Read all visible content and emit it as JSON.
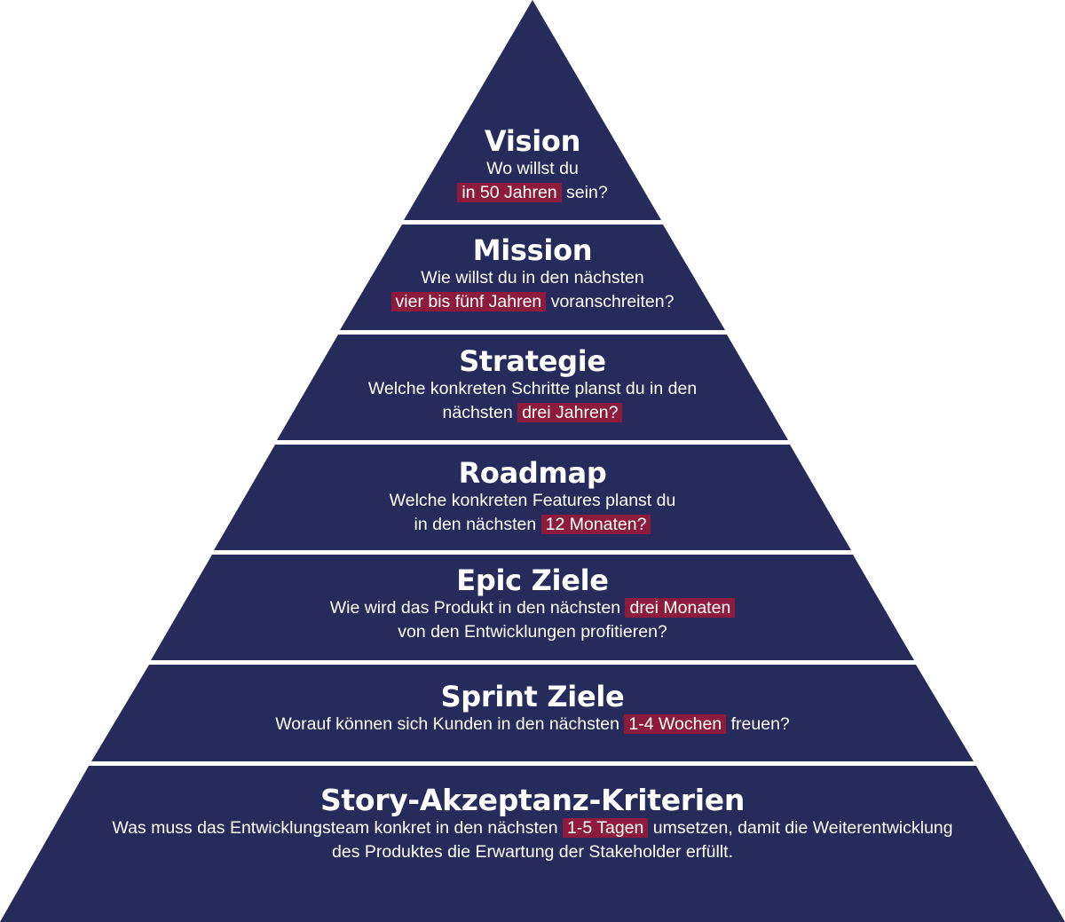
{
  "colors": {
    "layer_fill": "#262b5c",
    "highlight": "#8d1b3d",
    "text": "#ffffff",
    "background": "#ffffff"
  },
  "layers": [
    {
      "title": "Vision",
      "line1_pre": "Wo willst du",
      "line2_pre": "",
      "line2_hl": "in 50 Jahren",
      "line2_post": " sein?"
    },
    {
      "title": "Mission",
      "line1_pre": "Wie willst du in den nächsten",
      "line2_pre": "",
      "line2_hl": "vier bis fünf Jahren",
      "line2_post": " voranschreiten?"
    },
    {
      "title": "Strategie",
      "line1_pre": "Welche konkreten Schritte planst du in den",
      "line2_pre": "nächsten ",
      "line2_hl": "drei Jahren?",
      "line2_post": ""
    },
    {
      "title": "Roadmap",
      "line1_pre": "Welche konkreten Features planst du",
      "line2_pre": "in den nächsten ",
      "line2_hl": "12 Monaten?",
      "line2_post": ""
    },
    {
      "title": "Epic Ziele",
      "line1_pre": "Wie wird das Produkt in den nächsten ",
      "line1_hl": "drei Monaten",
      "line2_pre": "von den Entwicklungen profitieren?"
    },
    {
      "title": "Sprint Ziele",
      "line1_pre": "Worauf können sich Kunden in den nächsten ",
      "line1_hl": "1-4 Wochen",
      "line1_post": " freuen?"
    },
    {
      "title": "Story-Akzeptanz-Kriterien",
      "line1_pre": "Was muss das Entwicklungsteam konkret in den nächsten ",
      "line1_hl": "1-5 Tagen",
      "line1_post": " umsetzen, damit die Weiterentwicklung",
      "line2_pre": "des Produktes die Erwartung der Stakeholder erfüllt."
    }
  ]
}
